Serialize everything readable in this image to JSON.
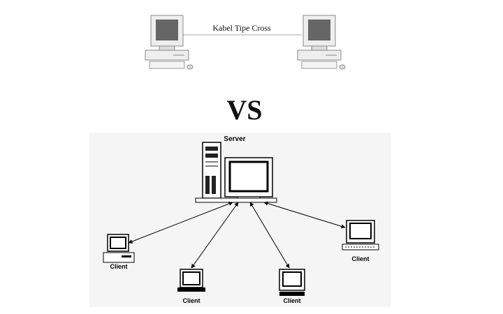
{
  "top_diagram": {
    "cable_label": "Kabel Tipe Cross",
    "nodes": [
      "pc-left",
      "pc-right"
    ]
  },
  "vs_label": "VS",
  "bottom_diagram": {
    "server_label": "Server",
    "clients": [
      {
        "id": "client-1",
        "label": "Client",
        "kind": "desktop"
      },
      {
        "id": "client-2",
        "label": "Client",
        "kind": "laptop"
      },
      {
        "id": "client-3",
        "label": "Client",
        "kind": "monitor"
      },
      {
        "id": "client-4",
        "label": "Client",
        "kind": "laptop-wide"
      }
    ]
  },
  "colors": {
    "line": "#000000",
    "pc_stroke": "#888888",
    "panel_bg": "#f5f5f5"
  }
}
